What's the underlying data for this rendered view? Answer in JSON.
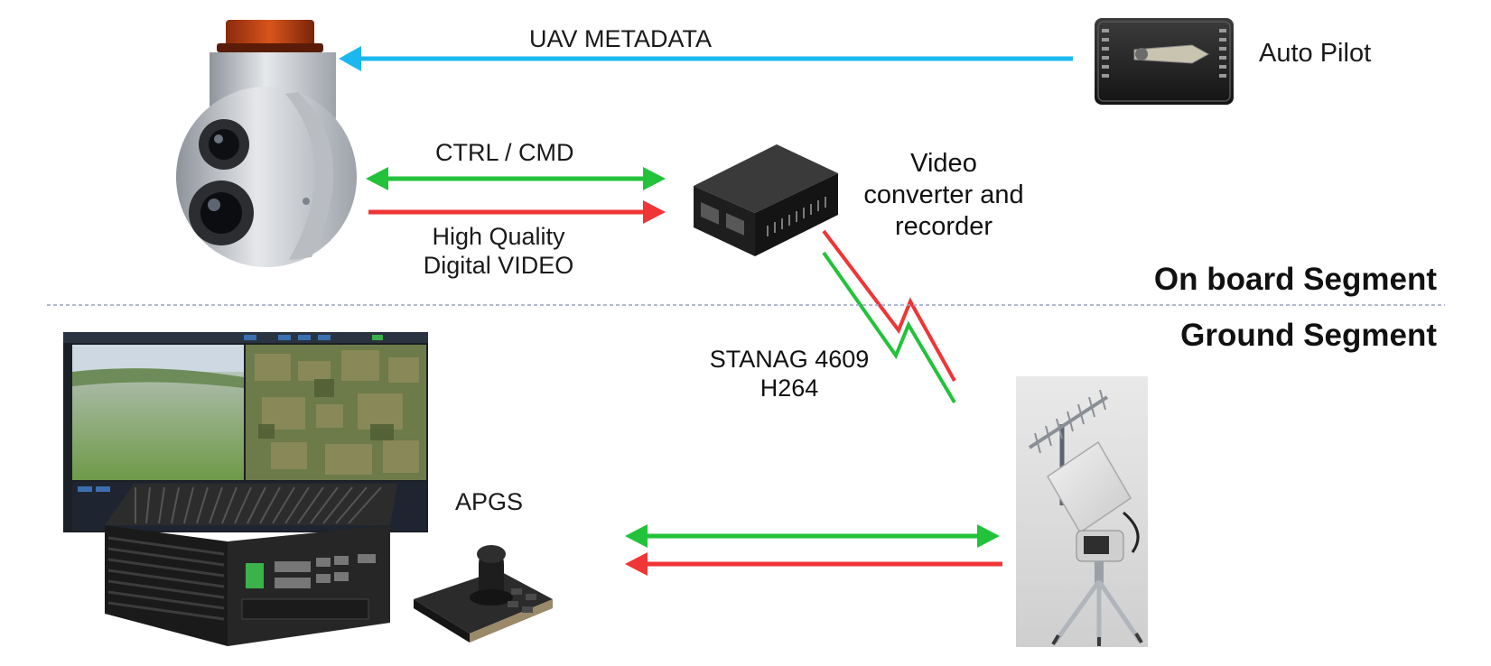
{
  "labels": {
    "uav_metadata": "UAV METADATA",
    "auto_pilot": "Auto Pilot",
    "ctrl_cmd": "CTRL / CMD",
    "hq_video_line1": "High Quality",
    "hq_video_line2": "Digital VIDEO",
    "video_conv_line1": "Video",
    "video_conv_line2": "converter and",
    "video_conv_line3": "recorder",
    "stanag_line1": "STANAG 4609",
    "stanag_line2": "H264",
    "apgs": "APGS",
    "on_board_segment": "On board Segment",
    "ground_segment": "Ground Segment"
  },
  "colors": {
    "metadata_arrow": "#1bb8ee",
    "control_arrow": "#22c23a",
    "video_arrow": "#ef3535",
    "divider": "#9aa3c0"
  }
}
